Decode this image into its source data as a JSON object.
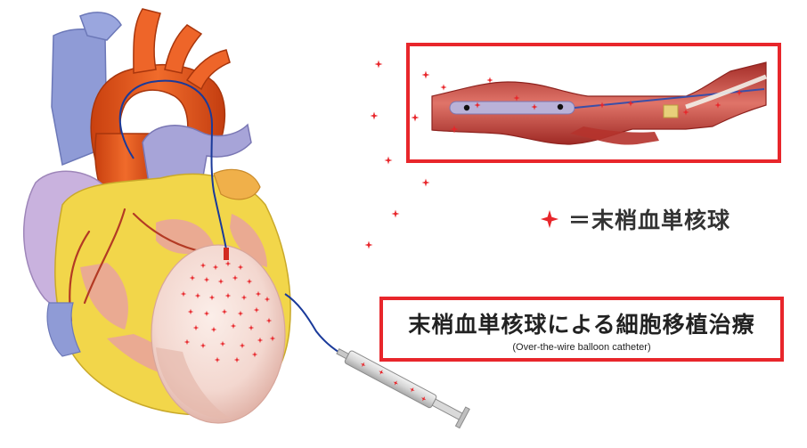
{
  "legend": {
    "text": "＝末梢血単核球"
  },
  "title_box": {
    "main": "末梢血単核球による細胞移植治療",
    "sub": "(Over-the-wire balloon catheter)"
  },
  "colors": {
    "accent_red": "#e8262b",
    "aorta_orange": "#e8521a",
    "vein_blue": "#8f9bd6",
    "fat_yellow": "#f2d64a",
    "muscle_pink": "#e9a59a",
    "vessel_red": "#c4413b"
  }
}
